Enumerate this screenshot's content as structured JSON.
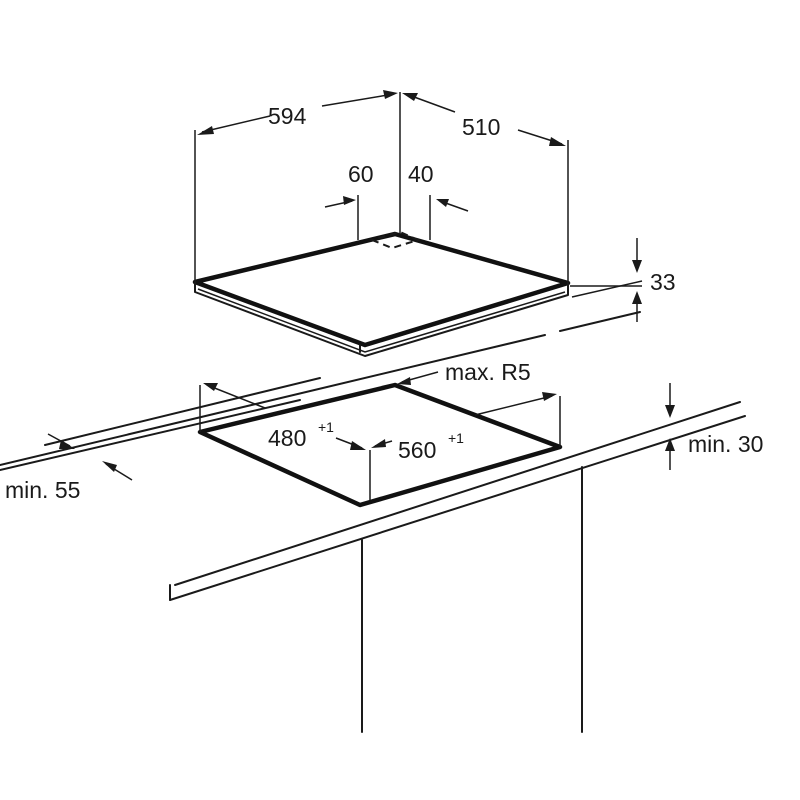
{
  "dimensions": {
    "width": "594",
    "depth": "510",
    "offset_left": "60",
    "offset_right": "40",
    "height": "33",
    "corner_radius": "max. R5",
    "cutout_depth": "480",
    "cutout_depth_tol": "+1",
    "cutout_width": "560",
    "cutout_width_tol": "+1",
    "min_front": "min. 55",
    "min_below": "min. 30"
  }
}
